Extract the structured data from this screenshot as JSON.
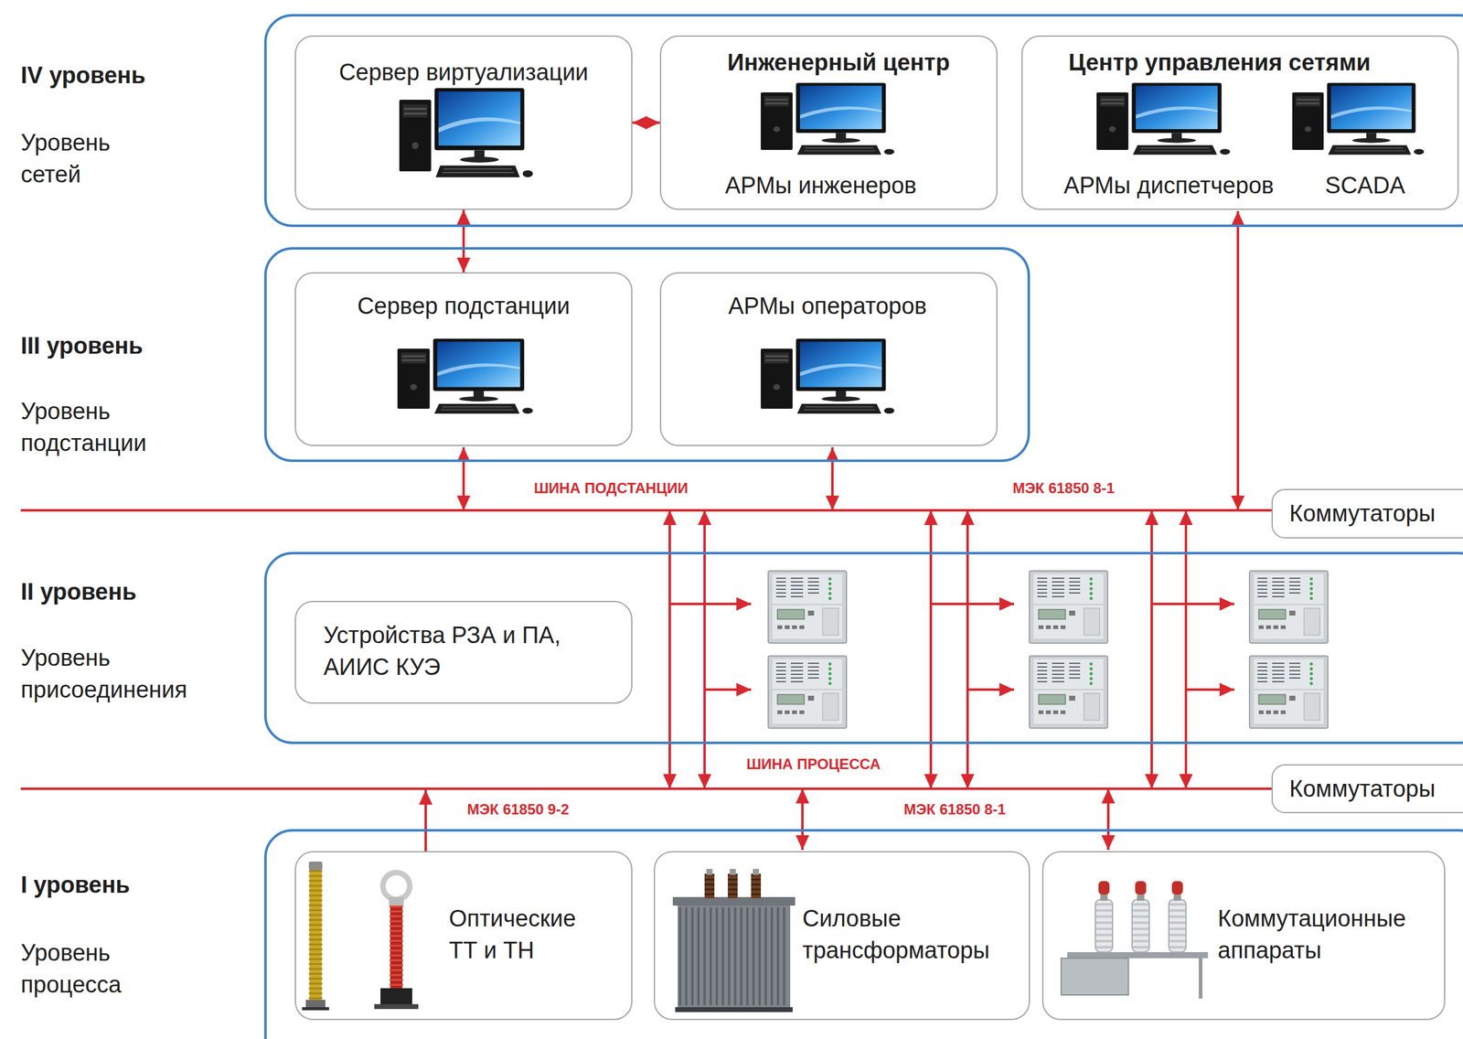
{
  "diagram": {
    "nodes": [
      {
        "text": [
          "IV уровень",
          "Уровень сетей"
        ]
      },
      {
        "text": [
          "Сервер виртуализации"
        ],
        "in": 0
      },
      {
        "text": [
          "Инженерный центр",
          "АРМы инженеров"
        ],
        "in": 0
      },
      {
        "text": [
          "Центр управления сетями",
          "АРМы диспетчеров",
          "SCADA"
        ],
        "in": 0
      },
      {
        "text": [
          "III уровень",
          "Уровень подстанции"
        ]
      },
      {
        "text": [
          "Сервер подстанции"
        ],
        "in": 4
      },
      {
        "text": [
          "АРМы операторов"
        ],
        "in": 4
      },
      {
        "text": [
          "Коммутаторы"
        ]
      },
      {
        "text": [
          "II уровень",
          "Уровень присоединения"
        ]
      },
      {
        "text": [
          "Устройства РЗА и ПА, АИИС КУЭ"
        ],
        "in": 8
      },
      {
        "text": [
          "Коммутаторы"
        ]
      },
      {
        "text": [
          "I уровень",
          "Уровень процесса"
        ]
      },
      {
        "text": [
          "Оптические ТТ и ТН"
        ],
        "in": 11
      },
      {
        "text": [
          "Силовые трансформаторы"
        ],
        "in": 11
      },
      {
        "text": [
          "Коммутационные аппараты"
        ],
        "in": 11
      }
    ],
    "edges": [
      {
        "from": 1,
        "to": 2,
        "arrow": "both"
      },
      {
        "from": 1,
        "to": 5,
        "arrow": "both"
      }
    ],
    "labels": [
      "ШИНА ПОДСТАНЦИИ",
      "МЭК 61850 8-1",
      "ШИНА ПРОЦЕССА",
      "МЭК 61850 9-2",
      "МЭК 61850 8-1"
    ]
  }
}
